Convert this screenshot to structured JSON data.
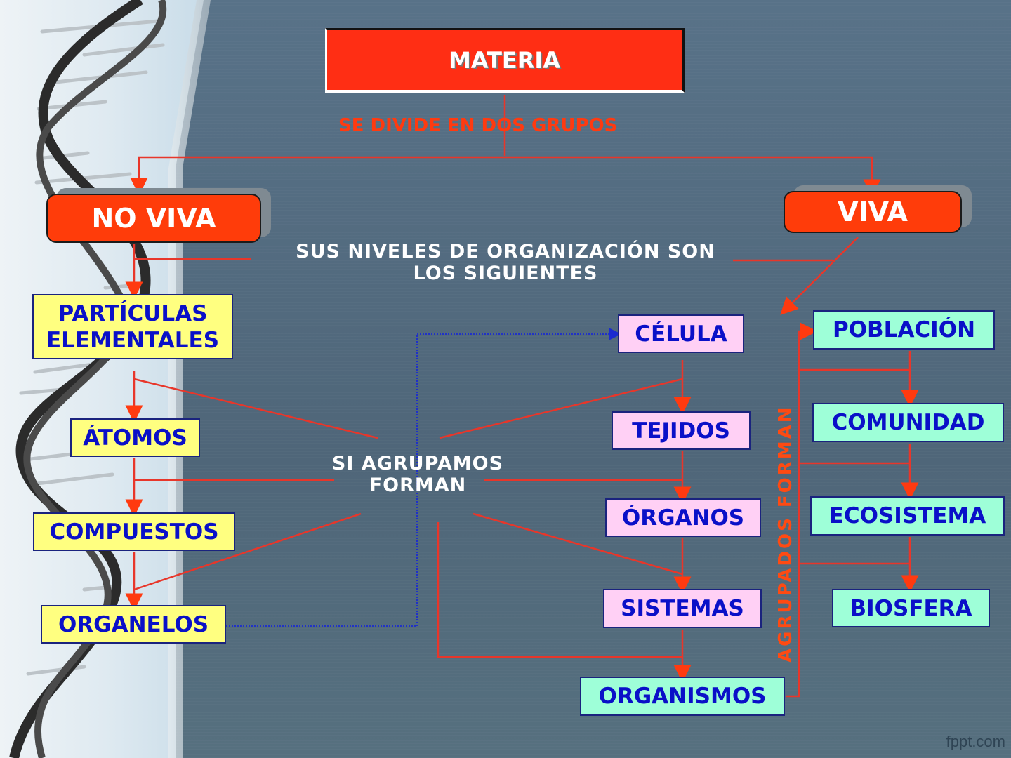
{
  "diagram": {
    "root": "MATERIA",
    "root_connector": "SE DIVIDE EN DOS GRUPOS",
    "groups": {
      "left": "NO VIVA",
      "right": "VIVA"
    },
    "levels_text_line1": "SUS NIVELES DE ORGANIZACIÓN  SON",
    "levels_text_line2": "LOS  SIGUIENTES",
    "grouping_text_line1": "SI  AGRUPAMOS",
    "grouping_text_line2": "FORMAN",
    "vertical_label": "AGRUPADOS  FORMAN",
    "non_living_levels": [
      {
        "line1": "PARTÍCULAS",
        "line2": "ELEMENTALES"
      },
      {
        "label": "ÁTOMOS"
      },
      {
        "label": "COMPUESTOS"
      },
      {
        "label": "ORGANELOS"
      }
    ],
    "living_levels": [
      {
        "label": "CÉLULA"
      },
      {
        "label": "TEJIDOS"
      },
      {
        "label": "ÓRGANOS"
      },
      {
        "label": "SISTEMAS"
      },
      {
        "label": "ORGANISMOS"
      }
    ],
    "ecological_levels": [
      {
        "label": "POBLACIÓN"
      },
      {
        "label": "COMUNIDAD"
      },
      {
        "label": "ECOSISTEMA"
      },
      {
        "label": "BIOSFERA"
      }
    ],
    "colors": {
      "root": "#ff2e14",
      "group": "#ff3c0a",
      "non_living_box": "#ffff80",
      "cell_box": "#ffd0f5",
      "eco_box": "#9effd8",
      "text_blue": "#0a10c8",
      "connector": "#ff3a10"
    }
  },
  "watermark": "fppt.com"
}
